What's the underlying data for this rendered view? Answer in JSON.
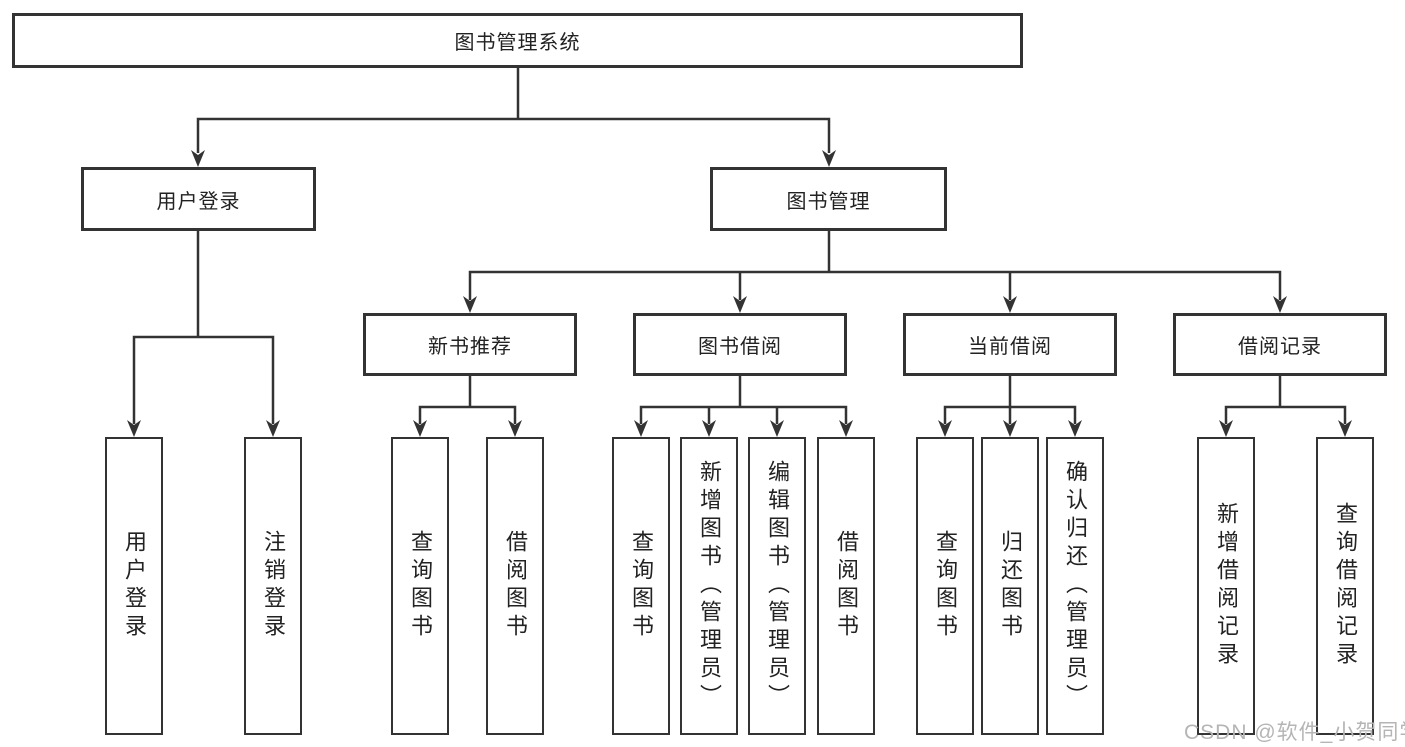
{
  "diagram_title": "图书管理系统",
  "tree": {
    "label": "图书管理系统",
    "children": [
      {
        "label": "用户登录",
        "children": [
          {
            "label": "用户登录"
          },
          {
            "label": "注销登录"
          }
        ]
      },
      {
        "label": "图书管理",
        "children": [
          {
            "label": "新书推荐",
            "children": [
              {
                "label": "查询图书"
              },
              {
                "label": "借阅图书"
              }
            ]
          },
          {
            "label": "图书借阅",
            "children": [
              {
                "label": "查询图书"
              },
              {
                "label": "新增图书（管理员）"
              },
              {
                "label": "编辑图书（管理员）"
              },
              {
                "label": "借阅图书"
              }
            ]
          },
          {
            "label": "当前借阅",
            "children": [
              {
                "label": "查询图书"
              },
              {
                "label": "归还图书"
              },
              {
                "label": "确认归还（管理员）"
              }
            ]
          },
          {
            "label": "借阅记录",
            "children": [
              {
                "label": "新增借阅记录"
              },
              {
                "label": "查询借阅记录"
              }
            ]
          }
        ]
      }
    ]
  },
  "watermark": {
    "text": "CSDN @软件_小贺同学"
  },
  "colors": {
    "line": "#333333",
    "box_border": "#333333",
    "text": "#222222",
    "watermark": "#b5b5b5",
    "background": "#ffffff"
  }
}
